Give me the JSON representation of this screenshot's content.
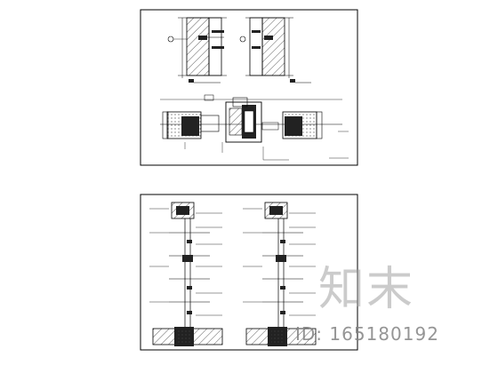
{
  "watermark": {
    "logo_text": "知末",
    "id_text": "ID: 165180192"
  },
  "colors": {
    "line": "#000000",
    "hatch": "#333333",
    "fill_dark": "#222222",
    "watermark": "#999999"
  },
  "sheets": [
    {
      "name": "sheet-top",
      "content": "door-jamb-details"
    },
    {
      "name": "sheet-bottom",
      "content": "wall-section-details"
    }
  ]
}
